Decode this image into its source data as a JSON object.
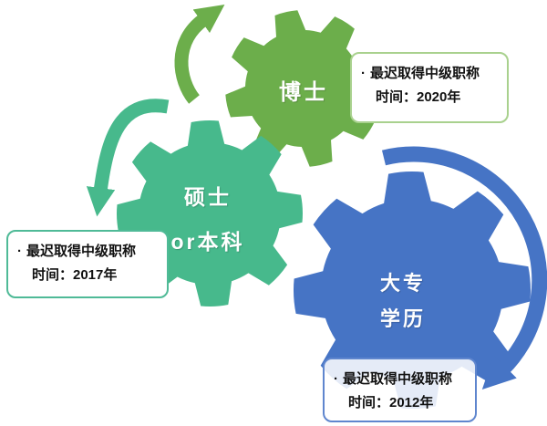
{
  "diagram": {
    "gears": [
      {
        "name": "doctor",
        "color": "#6CAE4B",
        "lines": [
          "博士"
        ]
      },
      {
        "name": "master-bachelor",
        "color": "#47B98C",
        "lines": [
          "硕士",
          "or本科"
        ]
      },
      {
        "name": "junior-college",
        "color": "#4674C5",
        "lines": [
          "大专",
          "学历"
        ]
      }
    ],
    "callouts": [
      {
        "name": "deadline-2020",
        "bullet": "·",
        "line1": "最迟取得中级职称",
        "line2": "时间：2020年",
        "border_color": "#A9D18E"
      },
      {
        "name": "deadline-2017",
        "bullet": "·",
        "line1": "最迟取得中级职称",
        "line2": "时间：2017年",
        "border_color": "#4FBA97"
      },
      {
        "name": "deadline-2012",
        "bullet": "·",
        "line1": "最迟取得中级职称",
        "line2": "时间：2012年",
        "border_color": "#5F86CE"
      }
    ],
    "arrows": [
      {
        "name": "green-curved-arrow",
        "color": "#6CAE4B"
      },
      {
        "name": "teal-curved-arrow",
        "color": "#47B98C"
      },
      {
        "name": "blue-circular-arrow",
        "color": "#4674C5"
      }
    ]
  }
}
